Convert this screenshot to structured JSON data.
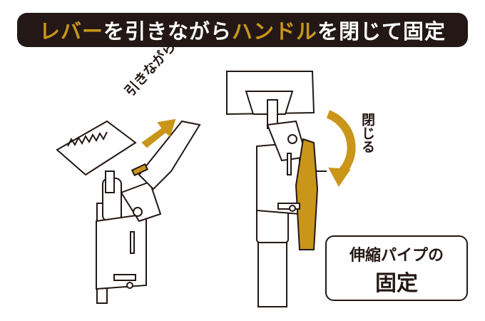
{
  "title": {
    "part1": "レバー",
    "part2": "を引きながら",
    "part3": "ハンドル",
    "part4": "を閉じて固定"
  },
  "labels": {
    "pull": "引きながら",
    "close": "閉じる"
  },
  "callout": {
    "line1": "伸縮パイプの",
    "line2": "固定"
  },
  "colors": {
    "gold": "#c9961a",
    "dark": "#231815"
  }
}
